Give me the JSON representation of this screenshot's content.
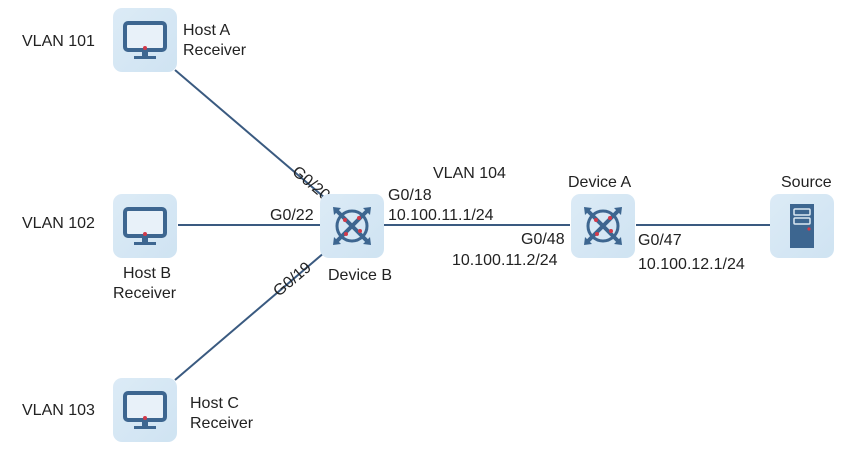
{
  "colors": {
    "link": "#3a5a80",
    "icon": "#3d6690",
    "accent": "#d23a4a",
    "node_bg": "#d6e8f5"
  },
  "hosts": [
    {
      "vlan": "VLAN 101",
      "name": "Host A",
      "role": "Receiver",
      "port": "G0/20"
    },
    {
      "vlan": "VLAN 102",
      "name": "Host B",
      "role": "Receiver",
      "port": "G0/22"
    },
    {
      "vlan": "VLAN 103",
      "name": "Host C",
      "role": "Receiver",
      "port": "G0/19"
    }
  ],
  "device_b": {
    "name": "Device B",
    "uplink_port": "G0/18",
    "uplink_ip": "10.100.11.1/24"
  },
  "link_ab": {
    "vlan": "VLAN 104"
  },
  "device_a": {
    "name": "Device A",
    "downlink_port": "G0/48",
    "downlink_ip": "10.100.11.2/24",
    "uplink_port": "G0/47",
    "uplink_ip": "10.100.12.1/24"
  },
  "source": {
    "name": "Source"
  }
}
